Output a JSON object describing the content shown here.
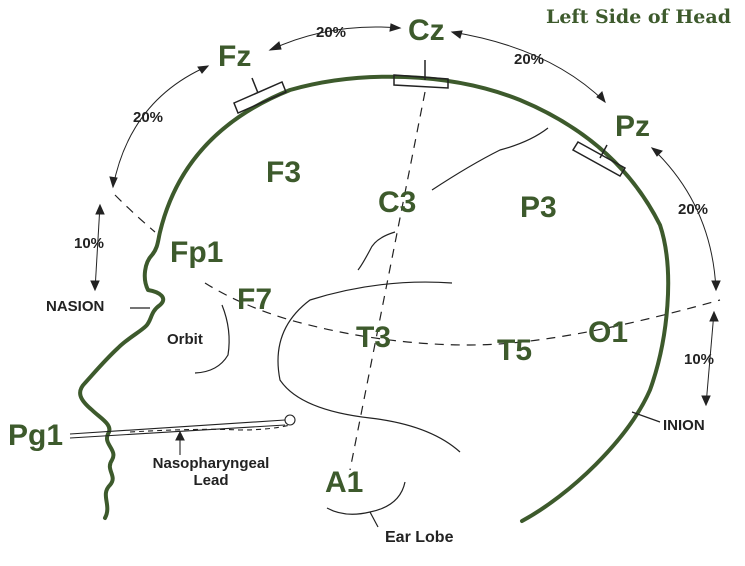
{
  "title": "Left Side of Head",
  "electrodes": {
    "fz": "Fz",
    "cz": "Cz",
    "pz": "Pz",
    "f3": "F3",
    "c3": "C3",
    "p3": "P3",
    "fp1": "Fp1",
    "f7": "F7",
    "t3": "T3",
    "t5": "T5",
    "o1": "O1",
    "pg1": "Pg1",
    "a1": "A1"
  },
  "percentages": {
    "fz_cz": "20%",
    "cz_pz": "20%",
    "fp1_fz": "20%",
    "pz_o1": "20%",
    "nasion_fp1": "10%",
    "o1_inion": "10%"
  },
  "labels": {
    "nasion": "NASION",
    "inion": "INION",
    "orbit": "Orbit",
    "nasopharyngeal_line1": "Nasopharyngeal",
    "nasopharyngeal_line2": "Lead",
    "ear_lobe": "Ear Lobe"
  },
  "colors": {
    "head_outline": "#3d5a2c",
    "labels": "#3d5a2c",
    "lines": "#222222"
  }
}
